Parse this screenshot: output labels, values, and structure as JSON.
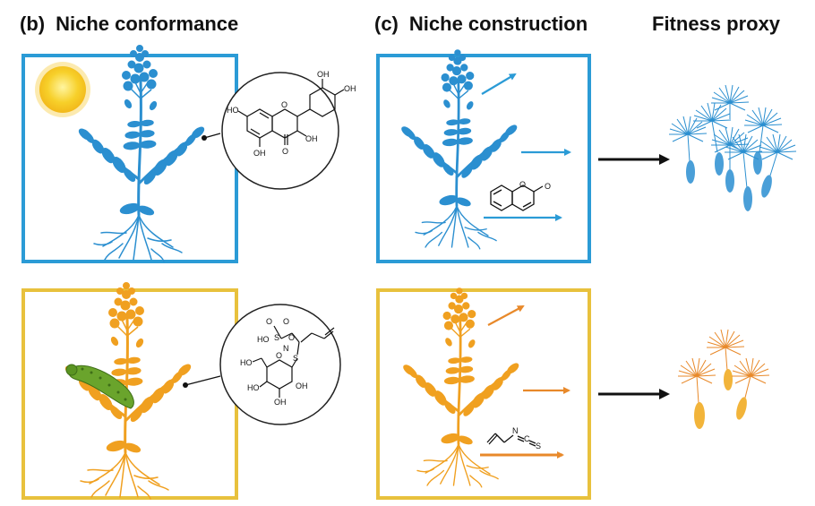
{
  "headings": {
    "niche_conformance": {
      "tag": "(b)",
      "label": "Niche conformance"
    },
    "niche_construction": {
      "tag": "(c)",
      "label": "Niche construction"
    },
    "fitness_proxy": "Fitness proxy"
  },
  "chem_labels": {
    "flavonol": [
      "OH",
      "OH",
      "HO",
      "O",
      "OH",
      "OH",
      "O"
    ],
    "glucosinolate": [
      "O",
      "O",
      "HO",
      "S",
      "O",
      "N",
      "S",
      "HO",
      "O",
      "HO",
      "OH",
      "OH"
    ],
    "coumarin": [
      "O",
      "O"
    ],
    "isothiocyanate": [
      "N",
      "C",
      "S"
    ]
  },
  "colors": {
    "blue_plant": "#2b8fd0",
    "blue_border": "#2b9bd6",
    "gold_plant": "#f0a020",
    "gold_border": "#e8c13d",
    "sun": "#f7c51c",
    "caterpillar": "#6aa42c",
    "arrow_black": "#111111"
  },
  "icons": [
    "sun-icon",
    "caterpillar-icon",
    "plant-icon",
    "seed-icon",
    "magnifier-icon"
  ]
}
